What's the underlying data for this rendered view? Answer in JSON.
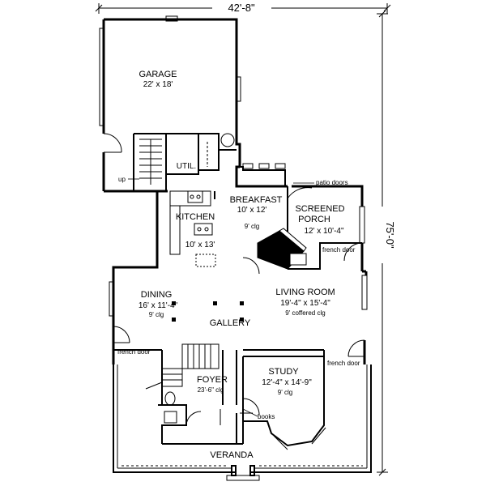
{
  "overall": {
    "width": "42'-8\"",
    "depth": "75'-0\""
  },
  "rooms": {
    "garage": {
      "name": "GARAGE",
      "size": "22' x 18'"
    },
    "util": {
      "name": "UTIL."
    },
    "kitchen": {
      "name": "KITCHEN",
      "size": "10' x 13'"
    },
    "breakfast": {
      "name": "BREAKFAST",
      "size": "10' x 12'",
      "ceiling": "9' clg"
    },
    "screened_porch": {
      "name_line1": "SCREENED",
      "name_line2": "PORCH",
      "size": "12' x 10'-4\""
    },
    "dining": {
      "name": "DINING",
      "size": "16' x 11'-4\"",
      "ceiling": "9' clg"
    },
    "living": {
      "name": "LIVING ROOM",
      "size": "19'-4\" x 15'-4\"",
      "ceiling": "9' coffered clg"
    },
    "gallery": {
      "name": "GALLERY"
    },
    "foyer": {
      "name": "FOYER",
      "ceiling": "23'-6\" clg"
    },
    "study": {
      "name": "STUDY",
      "size": "12'-4\" x 14'-9\"",
      "ceiling": "9' clg"
    },
    "veranda": {
      "name": "VERANDA"
    }
  },
  "notes": {
    "up": "up",
    "patio_doors": "patio doors",
    "french_door_porch": "french door",
    "french_door_left": "french door",
    "french_door_right": "french door",
    "books": "books"
  }
}
